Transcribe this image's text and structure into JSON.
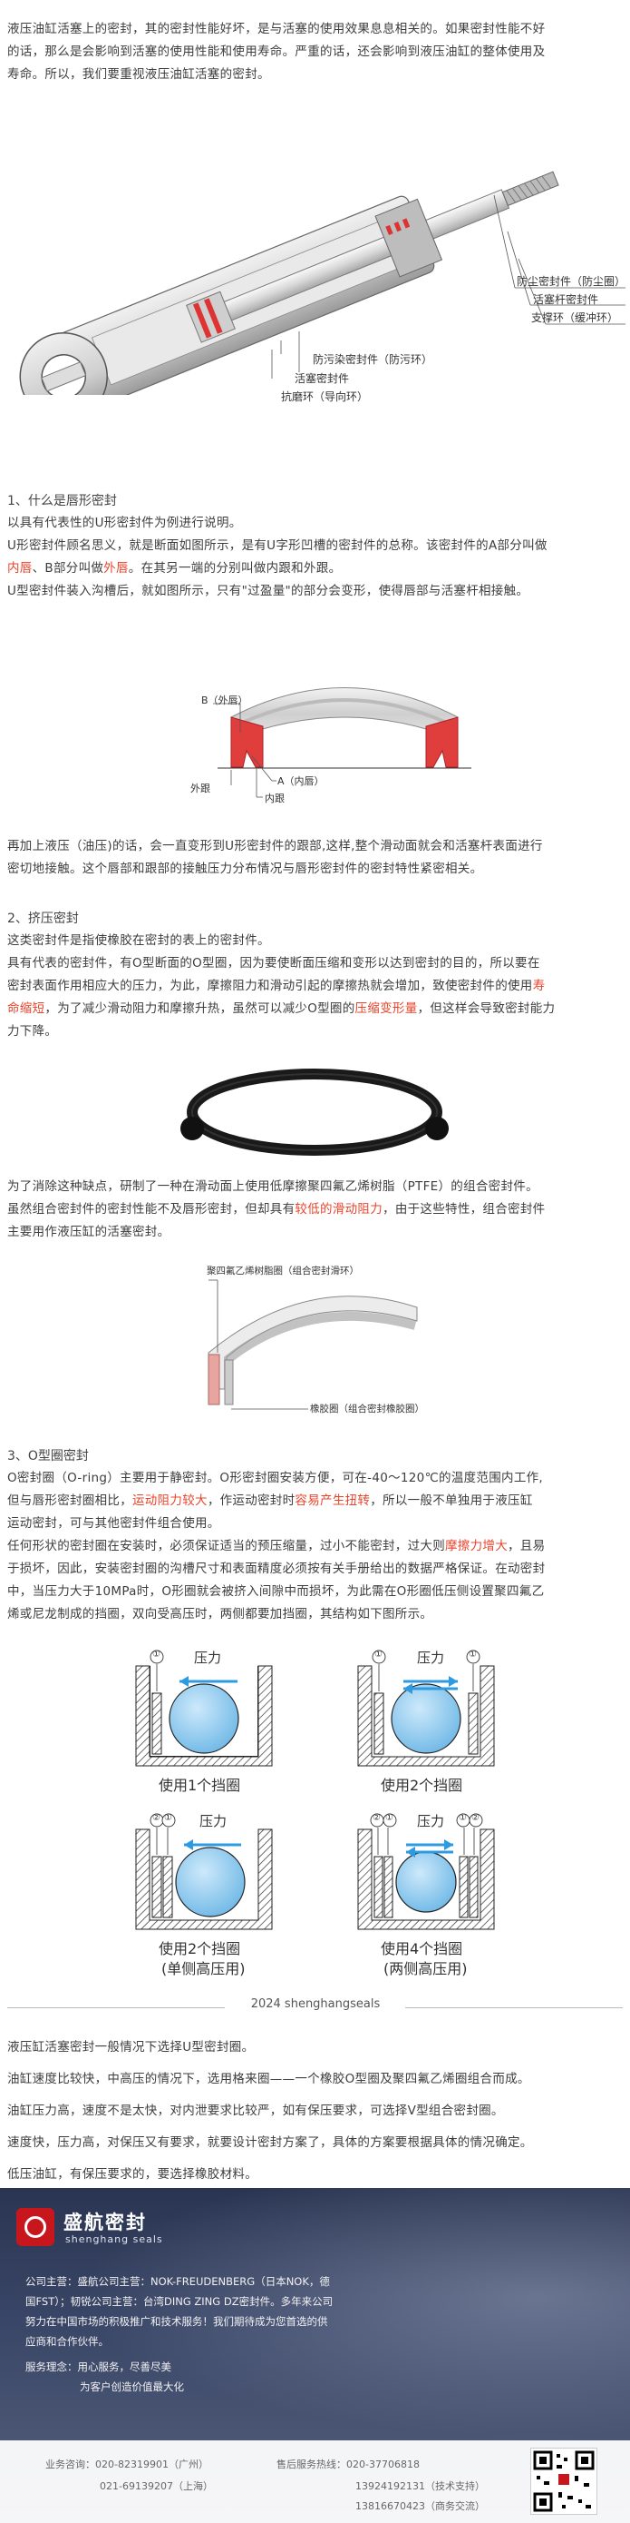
{
  "intro": {
    "line1": "液压油缸活塞上的密封，其的密封性能好坏，是与活塞的使用效果息息相关的。如果密封性能不好",
    "line2": "的话，那么是会影响到活塞的使用性能和使用寿命。严重的话，还会影响到液压油缸的整体使用及",
    "line3": "寿命。所以，我们要重视液压油缸活塞的密封。"
  },
  "cylinder_figure": {
    "labels": {
      "dust_seal": "防尘密封件（防尘圈）",
      "rod_seal": "活塞杆密封件",
      "support_ring": "支撑环（缓冲环）",
      "anti_dust": "防污染密封件（防污环）",
      "piston_seal": "活塞密封件",
      "wear_ring": "抗磨环（导向环）"
    }
  },
  "section1": {
    "title": "1、什么是唇形密封",
    "p1": "以具有代表性的U形密封件为例进行说明。",
    "p2a": "U形密封件顾名思义，就是断面如图所示，是有U字形凹槽的密封件的总称。该密封件的A部分叫做",
    "p2b_red1": "内唇",
    "p2b_mid": "、B部分叫做",
    "p2b_red2": "外唇",
    "p2b_end": "。在其另一端的分别叫做内跟和外跟。",
    "p3": "U型密封件装入沟槽后，就如图所示，只有\"过盈量\"的部分会变形，使得唇部与活塞杆相接触。",
    "fig": {
      "b": "B（外唇）",
      "outer": "外跟",
      "a": "A（内唇）",
      "inner": "内跟"
    },
    "p4a": "再加上液压（油压)的话，会一直变形到U形密封件的跟部,这样,整个滑动面就会和活塞杆表面进行",
    "p4b": "密切地接触。这个唇部和跟部的接触压力分布情况与唇形密封件的密封特性紧密相关。"
  },
  "section2": {
    "title": "2、挤压密封",
    "p1": "这类密封件是指使橡胶在密封的表上的密封件。",
    "p2a": "具有代表的密封件，有O型断面的O型圈，因为要使断面压缩和变形以达到密封的目的，所以要在",
    "p2b": "密封表面作用相应大的压力，为此，摩擦阻力和滑动引起的摩擦热就会增加，致使密封件的使用",
    "p2b_red": "寿",
    "p2c_red": "命缩短",
    "p2c_mid": "，为了减少滑动阻力和摩擦升热，虽然可以减少O型圈的",
    "p2c_red2": "压缩变形量",
    "p2c_end": "，但这样会导致密封能力",
    "p2d": "力下降。",
    "p3": "为了消除这种缺点，研制了一种在滑动面上使用低摩擦聚四氟乙烯树脂（PTFE）的组合密封件。",
    "p4a_1": "虽然组合密封件的密封性能不及唇形密封，但却具有",
    "p4a_red": "较低的滑动阻力",
    "p4a_2": "，由于这些特性，组合密封件",
    "p4b": "主要用作液压缸的活塞密封。",
    "fig": {
      "ptfe": "聚四氟乙烯树脂圈（组合密封滑环）",
      "rubber": "橡胶圈（组合密封橡胶圈）"
    }
  },
  "section3": {
    "title": "3、O型圈密封",
    "p1a": "O密封圈（O-ring）主要用于静密封。O形密封圈安装方便，可在-40～120℃的温度范围内工作,",
    "p1b_1": "但与唇形密封圈相比，",
    "p1b_red": "运动阻力较大",
    "p1b_2": "，作运动密封时",
    "p1b_red2": "容易产生扭转",
    "p1b_3": "，所以一般不单独用于液压缸",
    "p1c": "运动密封，可与其他密封件组合使用。",
    "p2a_1": "任何形状的密封圈在安装时，必须保证适当的预压缩量，过小不能密封，过大则",
    "p2a_red": "摩擦力增大",
    "p2a_2": "，且易",
    "p2b": "于损坏，因此，安装密封圈的沟槽尺寸和表面精度必须按有关手册给出的数据严格保证。在动密封",
    "p2c": "中，当压力大于10MPa时，O形圈就会被挤入间隙中而损坏，为此需在O形圈低压侧设置聚四氟乙",
    "p2d": "烯或尼龙制成的挡圈，双向受高压时，两侧都要加挡圈，其结构如下图所示。",
    "fig": {
      "pressure": "压力",
      "n1": "①",
      "n2": "②",
      "cap1": "使用1个挡圈",
      "cap2": "使用2个挡圈",
      "cap3a": "使用2个挡圈",
      "cap3b": "(单侧高压用)",
      "cap4a": "使用4个挡圈",
      "cap4b": "(两侧高压用)"
    }
  },
  "divider": {
    "text": "2024 shenghangseals"
  },
  "summary": {
    "l1": "液压缸活塞密封一般情况下选择U型密封圈。",
    "l2": "油缸速度比较快，中高压的情况下，选用格来圈——一个橡胶O型圈及聚四氟乙烯圈组合而成。",
    "l3": "油缸压力高，速度不是太快，对内泄要求比较严，如有保压要求，可选择V型组合密封圈。",
    "l4": "速度快，压力高，对保压又有要求，就要设计密封方案了，具体的方案要根据具体的情况确定。",
    "l5": "低压油缸，有保压要求的，要选择橡胶材料。"
  },
  "brand": {
    "name_cn": "盛航密封",
    "name_en": "shenghang seals",
    "d1": "公司主营：盛航公司主营：NOK-FREUDENBERG（日本NOK，德",
    "d2": "国FST）；韧锐公司主营：台湾DING ZING DZ密封件。多年来公司",
    "d3": "努力在中国市场的积极推广和技术服务！我们期待成为您首选的供",
    "d4": "应商和合作伙伴。",
    "d5": "服务理念：用心服务，尽善尽美",
    "d6": "为客户创造价值最大化",
    "c1_label": "业务咨询：",
    "c1": "020-82319901（广州）",
    "c2": "021-69139207（上海）",
    "c3_label": "售后服务热线：",
    "c3": "020-37706818",
    "c4": "13924192131（技术支持）",
    "c5": "13816670423（商务交流）"
  },
  "colors": {
    "accent_red": "#e8442b",
    "seal_red": "#e03d3d",
    "ptfe_pink": "#e8a5a0",
    "blue": "#2e9be0",
    "brand_bg": "#2a3552"
  }
}
